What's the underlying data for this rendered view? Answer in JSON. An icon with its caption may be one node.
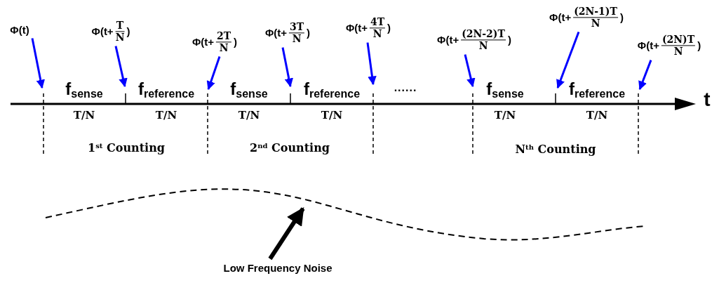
{
  "diagram": {
    "nodes": [
      {
        "text": [
          "Φ(t)"
        ]
      },
      {
        "text": [
          "Φ(t+",
          "T",
          "N",
          ")"
        ]
      },
      {
        "text": [
          "Φ(t+",
          "2T",
          "N",
          ")"
        ]
      },
      {
        "text": [
          "Φ(t+",
          "3T",
          "N",
          ")"
        ]
      },
      {
        "text": [
          "Φ(t+",
          "4T",
          "N",
          ")"
        ]
      },
      {
        "text": [
          "Φ(t+",
          "(2N-2)T",
          "N",
          ")"
        ]
      },
      {
        "text": [
          "Φ(t+",
          "(2N-1)T",
          "N",
          ")"
        ]
      },
      {
        "text": [
          "Φ(t+",
          "(2N)T",
          "N",
          ")"
        ]
      },
      {
        "text": [],
        "shape": "axis"
      },
      {
        "text": [],
        "shape": "curve"
      },
      {
        "text": [
          "Low Frequency Noise"
        ]
      }
    ],
    "edges": [
      {
        "from": 0,
        "to": 8,
        "arrow": "to"
      },
      {
        "from": 1,
        "to": 8,
        "arrow": "to"
      },
      {
        "from": 2,
        "to": 8,
        "arrow": "to"
      },
      {
        "from": 3,
        "to": 8,
        "arrow": "to"
      },
      {
        "from": 4,
        "to": 8,
        "arrow": "to"
      },
      {
        "from": 5,
        "to": 8,
        "arrow": "to"
      },
      {
        "from": 6,
        "to": 8,
        "arrow": "to"
      },
      {
        "from": 7,
        "to": 8,
        "arrow": "to"
      },
      {
        "from": 10,
        "to": 9,
        "arrow": "to",
        "style": "thick",
        "color": "#000000"
      }
    ],
    "labels": [
      "f$_{sense}$",
      "f$_{reference}$",
      "f$_{sense}$",
      "f$_{reference}$",
      "......",
      "f$_{sense}$",
      "f$_{reference}$",
      "t",
      "T/N",
      "T/N",
      "T/N",
      "T/N",
      "T/N",
      "T/N",
      "1$^{st}$ Counting",
      "2$^{nd}$ Counting",
      "N$^{th}$ Counting"
    ]
  }
}
